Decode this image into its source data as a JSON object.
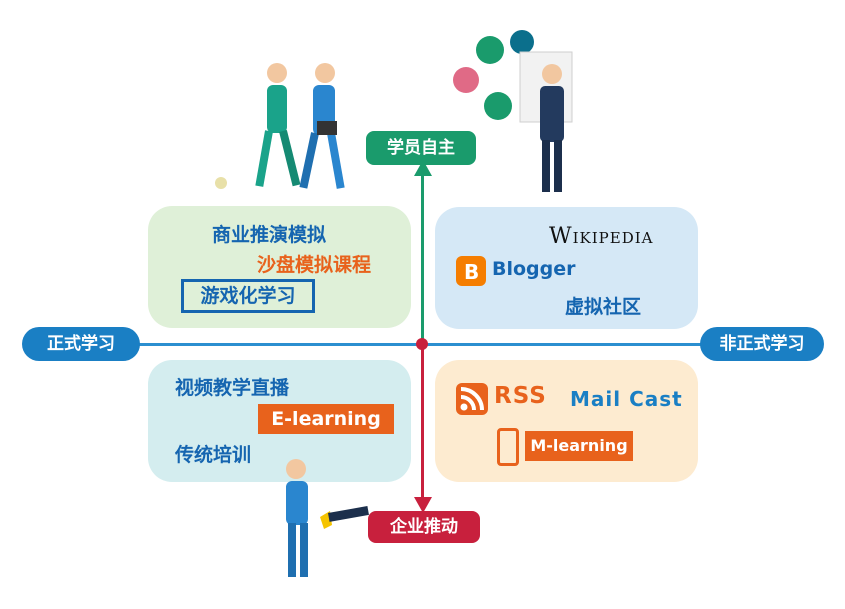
{
  "axes": {
    "left": "正式学习",
    "right": "非正式学习",
    "top": "学员自主",
    "bottom": "企业推动"
  },
  "quadrants": {
    "top_left": {
      "line1": "商业推演模拟",
      "line2": "沙盘模拟课程",
      "line3": "游戏化学习"
    },
    "top_right": {
      "wiki": "Wikipedia",
      "blogger": "Blogger",
      "community": "虚拟社区"
    },
    "bottom_left": {
      "line1": "视频教学直播",
      "elearning": "E-learning",
      "line3": "传统培训"
    },
    "bottom_right": {
      "rss": "RSS",
      "mailcast": "Mail Cast",
      "mlearning": "M-learning"
    }
  },
  "icons": [
    "blogger-icon",
    "rss-icon",
    "phone-icon",
    "walking-men-illustration",
    "presenter-illustration",
    "kicked-man-illustration"
  ],
  "colors": {
    "green": "#1a9b6c",
    "blue": "#1a7fc4",
    "red": "#c8203d",
    "orange": "#e8621c"
  }
}
